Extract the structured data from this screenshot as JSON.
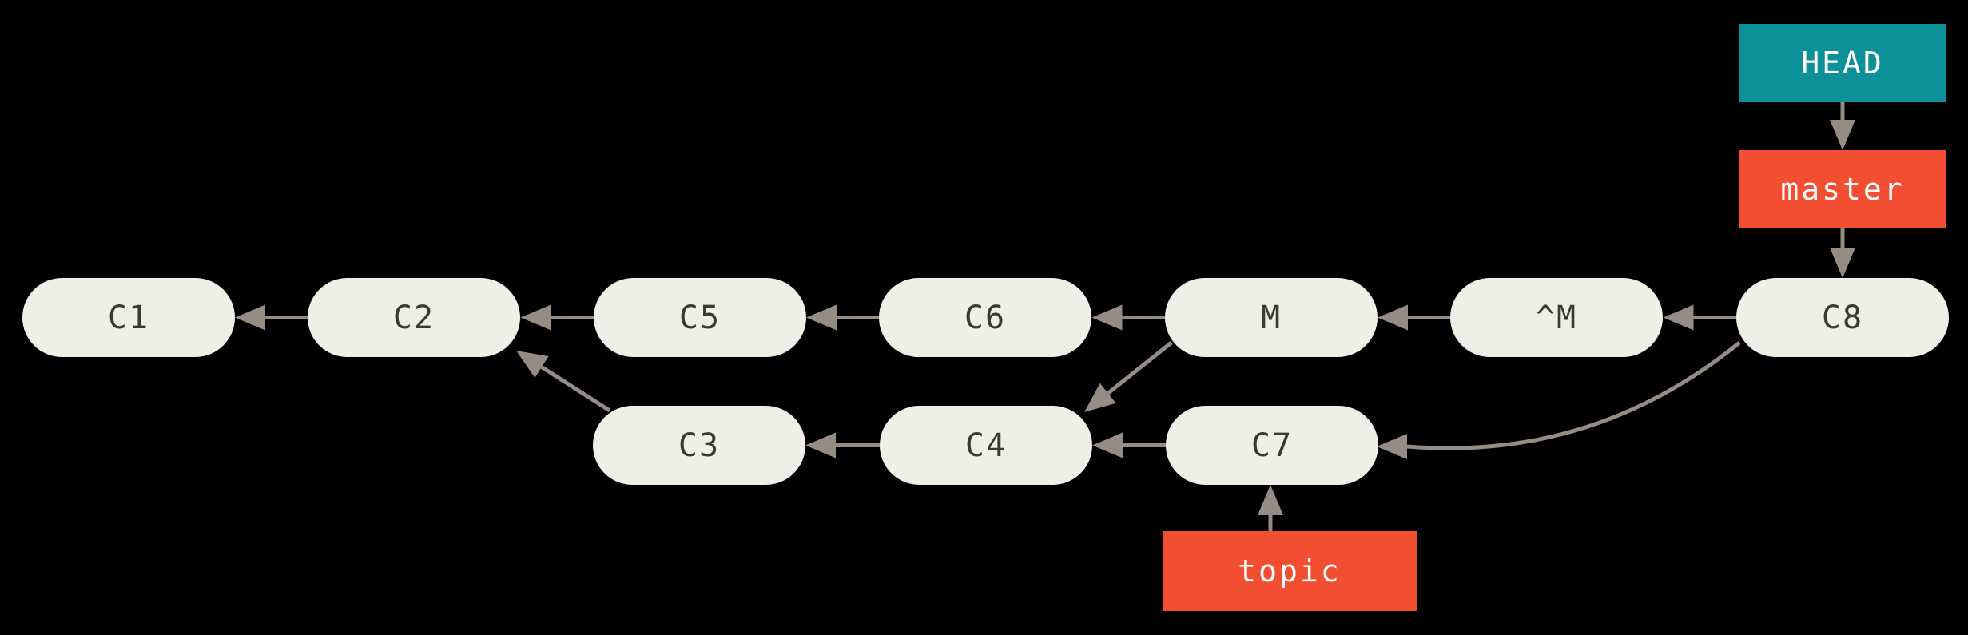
{
  "diagram_type": "git-commit-graph",
  "nodes": {
    "c1": "C1",
    "c2": "C2",
    "c3": "C3",
    "c4": "C4",
    "c5": "C5",
    "c6": "C6",
    "c7": "C7",
    "c8": "C8",
    "m": "M",
    "revert_m": "^M"
  },
  "refs": {
    "head": "HEAD",
    "master": "master",
    "topic": "topic"
  },
  "edges": [
    {
      "from": "C2",
      "to": "C1",
      "style": "straight"
    },
    {
      "from": "C5",
      "to": "C2",
      "style": "straight"
    },
    {
      "from": "C6",
      "to": "C5",
      "style": "straight"
    },
    {
      "from": "M",
      "to": "C6",
      "style": "straight"
    },
    {
      "from": "^M",
      "to": "M",
      "style": "straight"
    },
    {
      "from": "C8",
      "to": "^M",
      "style": "straight"
    },
    {
      "from": "C4",
      "to": "C3",
      "style": "straight"
    },
    {
      "from": "C7",
      "to": "C4",
      "style": "straight"
    },
    {
      "from": "C3",
      "to": "C2",
      "style": "diagonal"
    },
    {
      "from": "M",
      "to": "C4",
      "style": "diagonal"
    },
    {
      "from": "C8",
      "to": "C7",
      "style": "curved"
    },
    {
      "from": "HEAD",
      "to": "master",
      "style": "straight"
    },
    {
      "from": "master",
      "to": "C8",
      "style": "straight"
    },
    {
      "from": "topic",
      "to": "C7",
      "style": "straight"
    }
  ],
  "colors": {
    "background": "#000000",
    "node_fill": "#f0efe7",
    "node_text": "#3a3933",
    "arrow": "#958c83",
    "head_fill": "#0c9198",
    "branch_fill": "#f14e32",
    "ref_text": "#ffffff"
  }
}
